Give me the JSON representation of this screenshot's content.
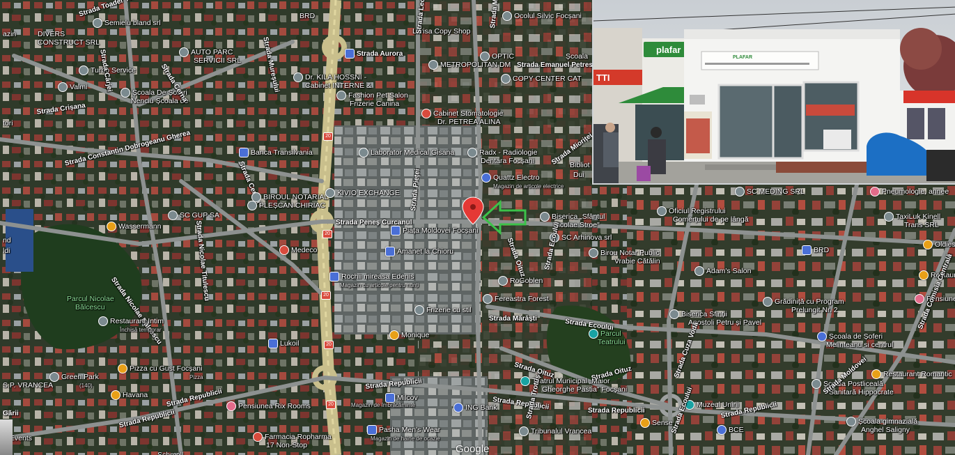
{
  "labels": [
    {
      "text": "DIVERS",
      "kind": "poi"
    },
    {
      "text": "CONSTRUCT SRL",
      "kind": "poi"
    },
    {
      "text": "Strada Toader Tardea",
      "kind": "street"
    },
    {
      "text": "Semielu bland srl",
      "kind": "poi"
    },
    {
      "text": "BRD",
      "kind": "poi"
    },
    {
      "text": "AUTO PARC",
      "kind": "poi"
    },
    {
      "text": "SERVICII SRL",
      "kind": "poi"
    },
    {
      "text": "Turbo Service",
      "kind": "poi"
    },
    {
      "text": "Valmi",
      "kind": "poi"
    },
    {
      "text": "Școala De Șoferi",
      "kind": "poi"
    },
    {
      "text": "Nenciu Școala de",
      "kind": "poi"
    },
    {
      "text": "Strada Crișana",
      "kind": "street"
    },
    {
      "text": "Strada Cerna",
      "kind": "street"
    },
    {
      "text": "Strada Mureșului",
      "kind": "street"
    },
    {
      "text": "Strada Aurora",
      "kind": "street"
    },
    {
      "text": "Larisa Copy Shop",
      "kind": "poi"
    },
    {
      "text": "Strada Leopoldina Balanuta",
      "kind": "street"
    },
    {
      "text": "Strada Mare a Unirii",
      "kind": "street"
    },
    {
      "text": "Ocolul Silvic Focșani",
      "kind": "poi"
    },
    {
      "text": "OPTIC",
      "kind": "poi"
    },
    {
      "text": "METROPOLITAN DM",
      "kind": "poi"
    },
    {
      "text": "Strada Emanuel Petrescu",
      "kind": "street"
    },
    {
      "text": "COPY CENTER CAT",
      "kind": "poi"
    },
    {
      "text": "Școala",
      "kind": "poi"
    },
    {
      "text": "Dr. KILA HOSSNI -",
      "kind": "poi"
    },
    {
      "text": "Cabinet INTERNE &",
      "kind": "poi"
    },
    {
      "text": "Fashion Pet Salon",
      "kind": "poi"
    },
    {
      "text": "Frizerie Canina",
      "kind": "poi"
    },
    {
      "text": "Cabinet Stomatologie",
      "kind": "poi"
    },
    {
      "text": "Dr. PETREA ALINA",
      "kind": "poi"
    },
    {
      "text": "Strada Constantin Dobrogeanu Gherea",
      "kind": "street"
    },
    {
      "text": "Banca Transilvania",
      "kind": "poi"
    },
    {
      "text": "Laborator Medical Gisana",
      "kind": "poi"
    },
    {
      "text": "Radx - Radiologie",
      "kind": "poi"
    },
    {
      "text": "Dentara Focșani",
      "kind": "poi"
    },
    {
      "text": "Strada Cernei",
      "kind": "street"
    },
    {
      "text": "Quattz Electro",
      "kind": "poi"
    },
    {
      "text": "Magazin de articole electrice",
      "kind": "sub"
    },
    {
      "text": "Strada Mioriței",
      "kind": "street"
    },
    {
      "text": "Bibliot",
      "kind": "poi"
    },
    {
      "text": "Dui",
      "kind": "poi"
    },
    {
      "text": "BIROUL NOTARIAL",
      "kind": "poi"
    },
    {
      "text": "PLEȘCAN CHIRIAC",
      "kind": "poi"
    },
    {
      "text": "KIVIO EXCHANGE",
      "kind": "poi"
    },
    {
      "text": "SC GUP SA",
      "kind": "poi"
    },
    {
      "text": "Wassermann",
      "kind": "poi"
    },
    {
      "text": "Strada Peneș Curcanul",
      "kind": "street"
    },
    {
      "text": "Strada Pieței",
      "kind": "street"
    },
    {
      "text": "Piața Moldovei Focșani",
      "kind": "poi"
    },
    {
      "text": "Biserica „Sfântul",
      "kind": "poi"
    },
    {
      "text": "Nicolae Stroe\"",
      "kind": "poi"
    },
    {
      "text": "Oficiul Registrului",
      "kind": "poi"
    },
    {
      "text": "Comerțului de pe lângă",
      "kind": "poi"
    },
    {
      "text": "SC MEDING SRL",
      "kind": "poi"
    },
    {
      "text": "Pneumologie, aпnee",
      "kind": "poi"
    },
    {
      "text": "TaxiLuk Kinell",
      "kind": "poi"
    },
    {
      "text": "Trans SRL",
      "kind": "poi"
    },
    {
      "text": "Strada Nicolae Titulescu",
      "kind": "street"
    },
    {
      "text": "Medeco",
      "kind": "poi"
    },
    {
      "text": "Amanet la Chioru",
      "kind": "poi"
    },
    {
      "text": "Strada Nicolae Bălcescu",
      "kind": "street"
    },
    {
      "text": "SC Arhinova srl",
      "kind": "poi"
    },
    {
      "text": "Birou Notar Public",
      "kind": "poi"
    },
    {
      "text": "Vrabie Cătălin",
      "kind": "poi"
    },
    {
      "text": "BRD",
      "kind": "poi"
    },
    {
      "text": "Oldies Pub & Lounge",
      "kind": "poi"
    },
    {
      "text": "Strada Ecoului",
      "kind": "street"
    },
    {
      "text": "Strada Oituz",
      "kind": "street"
    },
    {
      "text": "Adam's Salon",
      "kind": "poi"
    },
    {
      "text": "Restaurant Oscar",
      "kind": "poi"
    },
    {
      "text": "Rochii mireasa Edenis",
      "kind": "poi"
    },
    {
      "text": "Magazin cu articole pentru nunți",
      "kind": "sub"
    },
    {
      "text": "RoGoblen",
      "kind": "poi"
    },
    {
      "text": "Parcul Nicolae",
      "kind": "park"
    },
    {
      "text": "Bălcescu",
      "kind": "park"
    },
    {
      "text": "Fereastra Forest",
      "kind": "poi"
    },
    {
      "text": "Frizerie cu stil",
      "kind": "poi"
    },
    {
      "text": "Grădiniță cu Program",
      "kind": "poi"
    },
    {
      "text": "Prelungit Nr. 2",
      "kind": "poi"
    },
    {
      "text": "Pensiunea Oscar",
      "kind": "poi"
    },
    {
      "text": "Restaurant Intim",
      "kind": "poi"
    },
    {
      "text": "Închisă temporar",
      "kind": "sub"
    },
    {
      "text": "Strada Mărăști",
      "kind": "street"
    },
    {
      "text": "Strada Ecoului",
      "kind": "street"
    },
    {
      "text": "Biserica Sfinții",
      "kind": "poi"
    },
    {
      "text": "Apostoli Petru și Pavel",
      "kind": "poi"
    },
    {
      "text": "Monique",
      "kind": "poi"
    },
    {
      "text": "Lukoil",
      "kind": "poi"
    },
    {
      "text": "Parcul",
      "kind": "park"
    },
    {
      "text": "Teatrului",
      "kind": "park"
    },
    {
      "text": "Școala de Șoferi",
      "kind": "poi"
    },
    {
      "text": "Melinteanu si centrul",
      "kind": "poi"
    },
    {
      "text": "Strada Cuza Vodă",
      "kind": "street"
    },
    {
      "text": "Strada Oituz",
      "kind": "street"
    },
    {
      "text": "Strada Oituz",
      "kind": "street"
    },
    {
      "text": "Strada Comisia Centrală",
      "kind": "street"
    },
    {
      "text": "Pizza cu Gust Focșani",
      "kind": "poi"
    },
    {
      "text": "Pizza",
      "kind": "sub"
    },
    {
      "text": "Green Park",
      "kind": "poi"
    },
    {
      "text": "(140)",
      "kind": "sub"
    },
    {
      "text": "S.P. VRANCEA",
      "kind": "poi"
    },
    {
      "text": "Strada Republicii",
      "kind": "street"
    },
    {
      "text": "Teatrul Municipal „Maior",
      "kind": "poi"
    },
    {
      "text": "Gheorghe Pastia\" Focșani",
      "kind": "poi"
    },
    {
      "text": "Restaurant Romantic",
      "kind": "poi"
    },
    {
      "text": "Școala Postliceală",
      "kind": "poi"
    },
    {
      "text": "Sanitară Hippocrate",
      "kind": "poi"
    },
    {
      "text": "Havana",
      "kind": "poi"
    },
    {
      "text": "Strada Republicii",
      "kind": "street"
    },
    {
      "text": "Pensiunea Rix Rooms",
      "kind": "poi"
    },
    {
      "text": "Milcov",
      "kind": "poi"
    },
    {
      "text": "Magazin de îmbrăcăminte",
      "kind": "sub"
    },
    {
      "text": "ING Bank",
      "kind": "poi"
    },
    {
      "text": "Strada Republicii",
      "kind": "street"
    },
    {
      "text": "Strada Republicii",
      "kind": "street"
    },
    {
      "text": "Muzeul Unirii",
      "kind": "poi"
    },
    {
      "text": "Strada Moldovei",
      "kind": "street"
    },
    {
      "text": "Gării",
      "kind": "street"
    },
    {
      "text": "& Events",
      "kind": "poi"
    },
    {
      "text": "Strada Republicii",
      "kind": "street"
    },
    {
      "text": "Farmacia Ropharma",
      "kind": "poi"
    },
    {
      "text": "17 Non-Stop",
      "kind": "poi"
    },
    {
      "text": "Pasha Men's Wear",
      "kind": "poi"
    },
    {
      "text": "Magazin de haine de ocazie",
      "kind": "sub"
    },
    {
      "text": "Tribunalul Vrancea",
      "kind": "poi"
    },
    {
      "text": "Sense",
      "kind": "poi"
    },
    {
      "text": "BCE",
      "kind": "poi"
    },
    {
      "text": "Școala gimnazială",
      "kind": "poi"
    },
    {
      "text": "Anghel Saligny",
      "kind": "poi"
    },
    {
      "text": "Strada Republicii",
      "kind": "street"
    },
    {
      "text": "Schmoll",
      "kind": "poi"
    },
    {
      "text": "Strada Trotuș",
      "kind": "street"
    },
    {
      "text": "Strada Ecoului",
      "kind": "street"
    },
    {
      "text": "azin",
      "kind": "poi"
    },
    {
      "text": "tori",
      "kind": "poi"
    },
    {
      "text": "nd",
      "kind": "poi"
    },
    {
      "text": "ldi",
      "kind": "poi"
    },
    {
      "text": "Strada Cârjei",
      "kind": "street"
    }
  ],
  "route_shields": [
    "20",
    "20",
    "20",
    "20",
    "20"
  ],
  "google_logo": "Google",
  "photo": {
    "store_sign": "plafar",
    "store_banner_top": "PLAFAR",
    "neighbor_sign": "TTI"
  },
  "colors": {
    "target_pin": "#e53935",
    "arrow": "#3cc24a",
    "store_green": "#2e8b3a"
  }
}
